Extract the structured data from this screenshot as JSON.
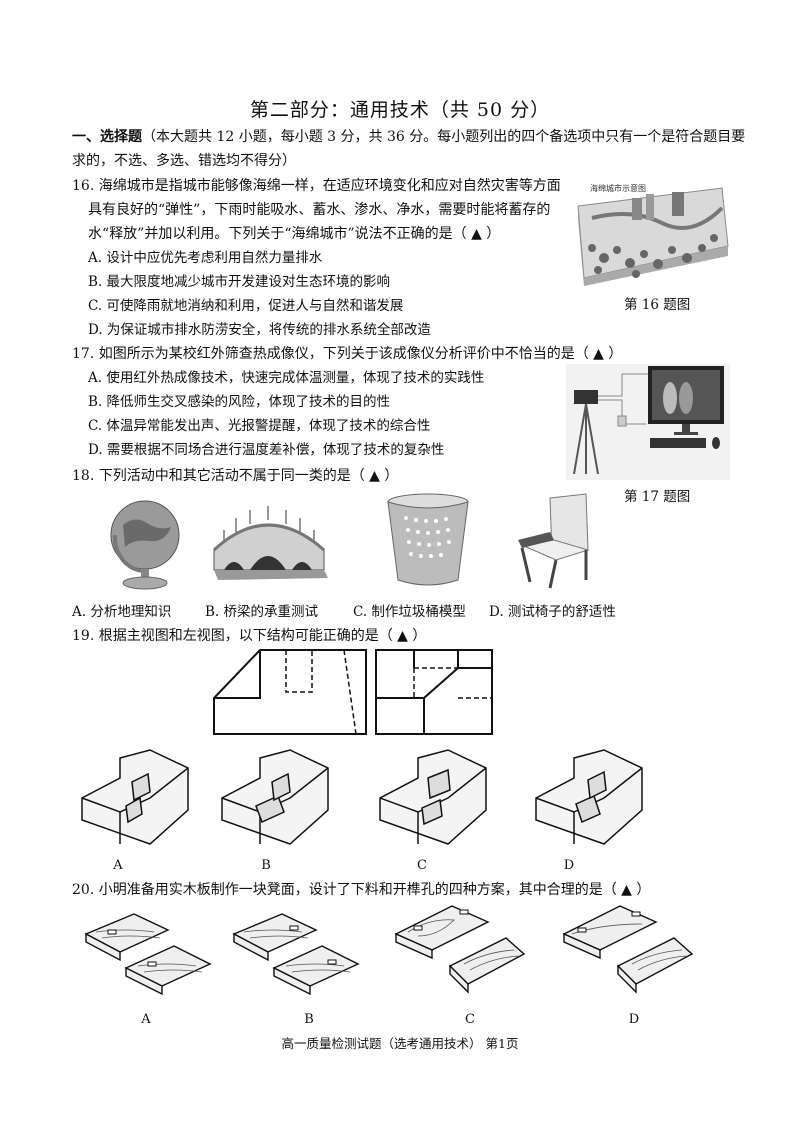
{
  "title": "第二部分：通用技术（共 50 分）",
  "section": {
    "heading": "一、选择题",
    "desc_1": "（本大题共 12 小题，每小题 3 分，共 36 分。每小题列出的四个备选项中只有一个是符合题目要",
    "desc_2": "求的，不选、多选、错选均不得分）"
  },
  "q16": {
    "line1": "16. 海绵城市是指城市能够像海绵一样，在适应环境变化和应对自然灾害等方面",
    "line2": "具有良好的“弹性”，下雨时能吸水、蓄水、渗水、净水，需要时能将蓄存的",
    "line3": "水“释放”并加以利用。下列关于“海绵城市”说法不正确的是（ ▲ ）",
    "A": "A. 设计中应优先考虑利用自然力量排水",
    "B": "B. 最大限度地减少城市开发建设对生态环境的影响",
    "C": "C. 可使降雨就地消纳和利用，促进人与自然和谐发展",
    "D": "D. 为保证城市排水防涝安全，将传统的排水系统全部改造",
    "fig_caption": "第 16 题图",
    "fig_label": "海绵城市示意图"
  },
  "q17": {
    "stem": "17. 如图所示为某校红外筛查热成像仪，下列关于该成像仪分析评价中不恰当的是（ ▲ ）",
    "A": "A. 使用红外热成像技术，快速完成体温测量，体现了技术的实践性",
    "B": "B. 降低师生交叉感染的风险，体现了技术的目的性",
    "C": "C. 体温异常能发出声、光报警提醒，体现了技术的综合性",
    "D": "D. 需要根据不同场合进行温度差补偿，体现了技术的复杂性",
    "fig_caption": "第 17 题图"
  },
  "q18": {
    "stem": "18. 下列活动中和其它活动不属于同一类的是（ ▲ ）",
    "A": "A. 分析地理知识",
    "B": "B. 桥梁的承重测试",
    "C": "C. 制作垃圾桶模型",
    "D": "D. 测试椅子的舒适性"
  },
  "q19": {
    "stem": "19. 根据主视图和左视图，以下结构可能正确的是（ ▲ ）",
    "labels": [
      "A",
      "B",
      "C",
      "D"
    ]
  },
  "q20": {
    "stem": "20. 小明准备用实木板制作一块凳面，设计了下料和开榫孔的四种方案，其中合理的是（ ▲ ）",
    "labels": [
      "A",
      "B",
      "C",
      "D"
    ]
  },
  "footer": "高一质量检测试题（选考通用技术） 第1页"
}
